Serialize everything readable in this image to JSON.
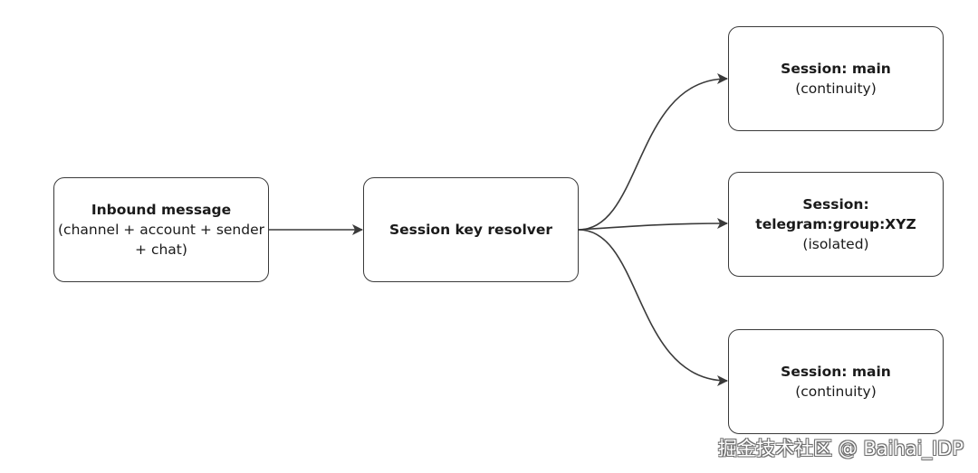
{
  "nodes": {
    "inbound": {
      "title": "Inbound message",
      "line1": "(channel + account + sender",
      "line2": "+ chat)"
    },
    "resolver": {
      "title": "Session key resolver"
    },
    "main_top": {
      "title": "Session: main",
      "sub": "(continuity)"
    },
    "telegram": {
      "title_line1": "Session:",
      "title_line2": "telegram:group:XYZ",
      "sub": "(isolated)"
    },
    "main_bottom": {
      "title": "Session: main",
      "sub": "(continuity)"
    }
  },
  "watermark": "掘金技术社区 @ Baihai_IDP",
  "colors": {
    "stroke": "#3a3a3a",
    "background": "#ffffff"
  }
}
